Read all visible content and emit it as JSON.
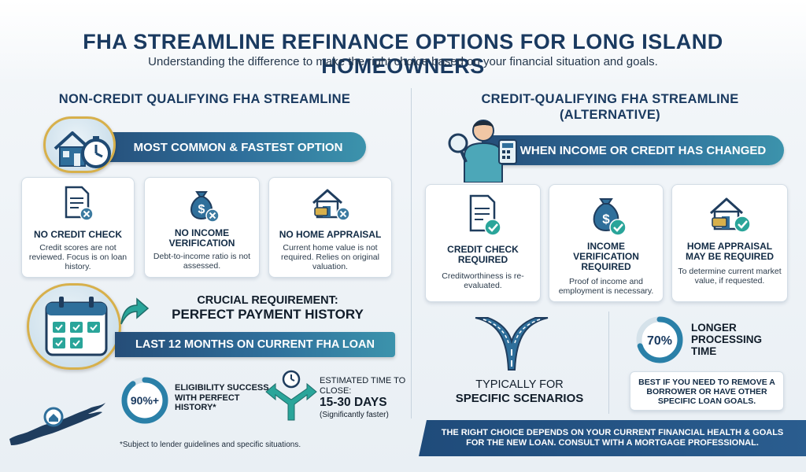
{
  "header": {
    "title": "FHA STREAMLINE REFINANCE OPTIONS FOR LONG ISLAND HOMEOWNERS",
    "subtitle": "Understanding the difference to make the right choice based on your financial situation and goals."
  },
  "left": {
    "section_title": "NON-CREDIT QUALIFYING FHA STREAMLINE",
    "banner": "MOST COMMON & FASTEST OPTION",
    "cards": [
      {
        "title": "NO CREDIT CHECK",
        "desc": "Credit scores are not reviewed. Focus is on loan history.",
        "icon": "document-x-icon"
      },
      {
        "title": "NO INCOME VERIFICATION",
        "desc": "Debt-to-income ratio is not assessed.",
        "icon": "money-bag-x-icon"
      },
      {
        "title": "NO HOME APPRAISAL",
        "desc": "Current home value is not required. Relies on original valuation.",
        "icon": "house-tape-x-icon"
      }
    ],
    "requirement_label": "CRUCIAL REQUIREMENT:",
    "requirement_value": "PERFECT PAYMENT HISTORY",
    "requirement_banner": "LAST 12 MONTHS ON CURRENT FHA LOAN",
    "eligibility_percent": "90%+",
    "eligibility_label": "ELIGIBILITY SUCCESS WITH PERFECT HISTORY*",
    "time_label": "ESTIMATED TIME TO CLOSE:",
    "time_value": "15-30 DAYS",
    "time_note": "(Significantly faster)",
    "footnote": "*Subject to lender guidelines and specific situations."
  },
  "right": {
    "section_title_line1": "CREDIT-QUALIFYING FHA STREAMLINE",
    "section_title_line2": "(ALTERNATIVE)",
    "banner": "WHEN INCOME OR CREDIT HAS CHANGED",
    "cards": [
      {
        "title": "CREDIT CHECK REQUIRED",
        "desc": "Creditworthiness is re-evaluated.",
        "icon": "document-check-icon"
      },
      {
        "title": "INCOME VERIFICATION REQUIRED",
        "desc": "Proof of income and employment is necessary.",
        "icon": "money-bag-check-icon"
      },
      {
        "title": "HOME APPRAISAL MAY BE REQUIRED",
        "desc": "To determine current market value, if requested.",
        "icon": "house-tape-check-icon"
      }
    ],
    "scenarios_line1": "TYPICALLY FOR",
    "scenarios_line2": "SPECIFIC SCENARIOS",
    "processing_percent": "70%",
    "processing_label": "LONGER PROCESSING TIME",
    "best_if": "BEST IF YOU NEED TO REMOVE A BORROWER OR HAVE OTHER SPECIFIC LOAN GOALS.",
    "bottom_note": "THE RIGHT CHOICE DEPENDS ON YOUR CURRENT FINANCIAL HEALTH & GOALS FOR THE NEW LOAN. CONSULT WITH A MORTGAGE PROFESSIONAL."
  },
  "colors": {
    "navy": "#1a3a60",
    "teal": "#3c93ac",
    "gold": "#d7b04b",
    "check_teal": "#2aa59a"
  },
  "gauges": {
    "eligibility_fraction": 0.9,
    "processing_fraction": 0.7
  }
}
